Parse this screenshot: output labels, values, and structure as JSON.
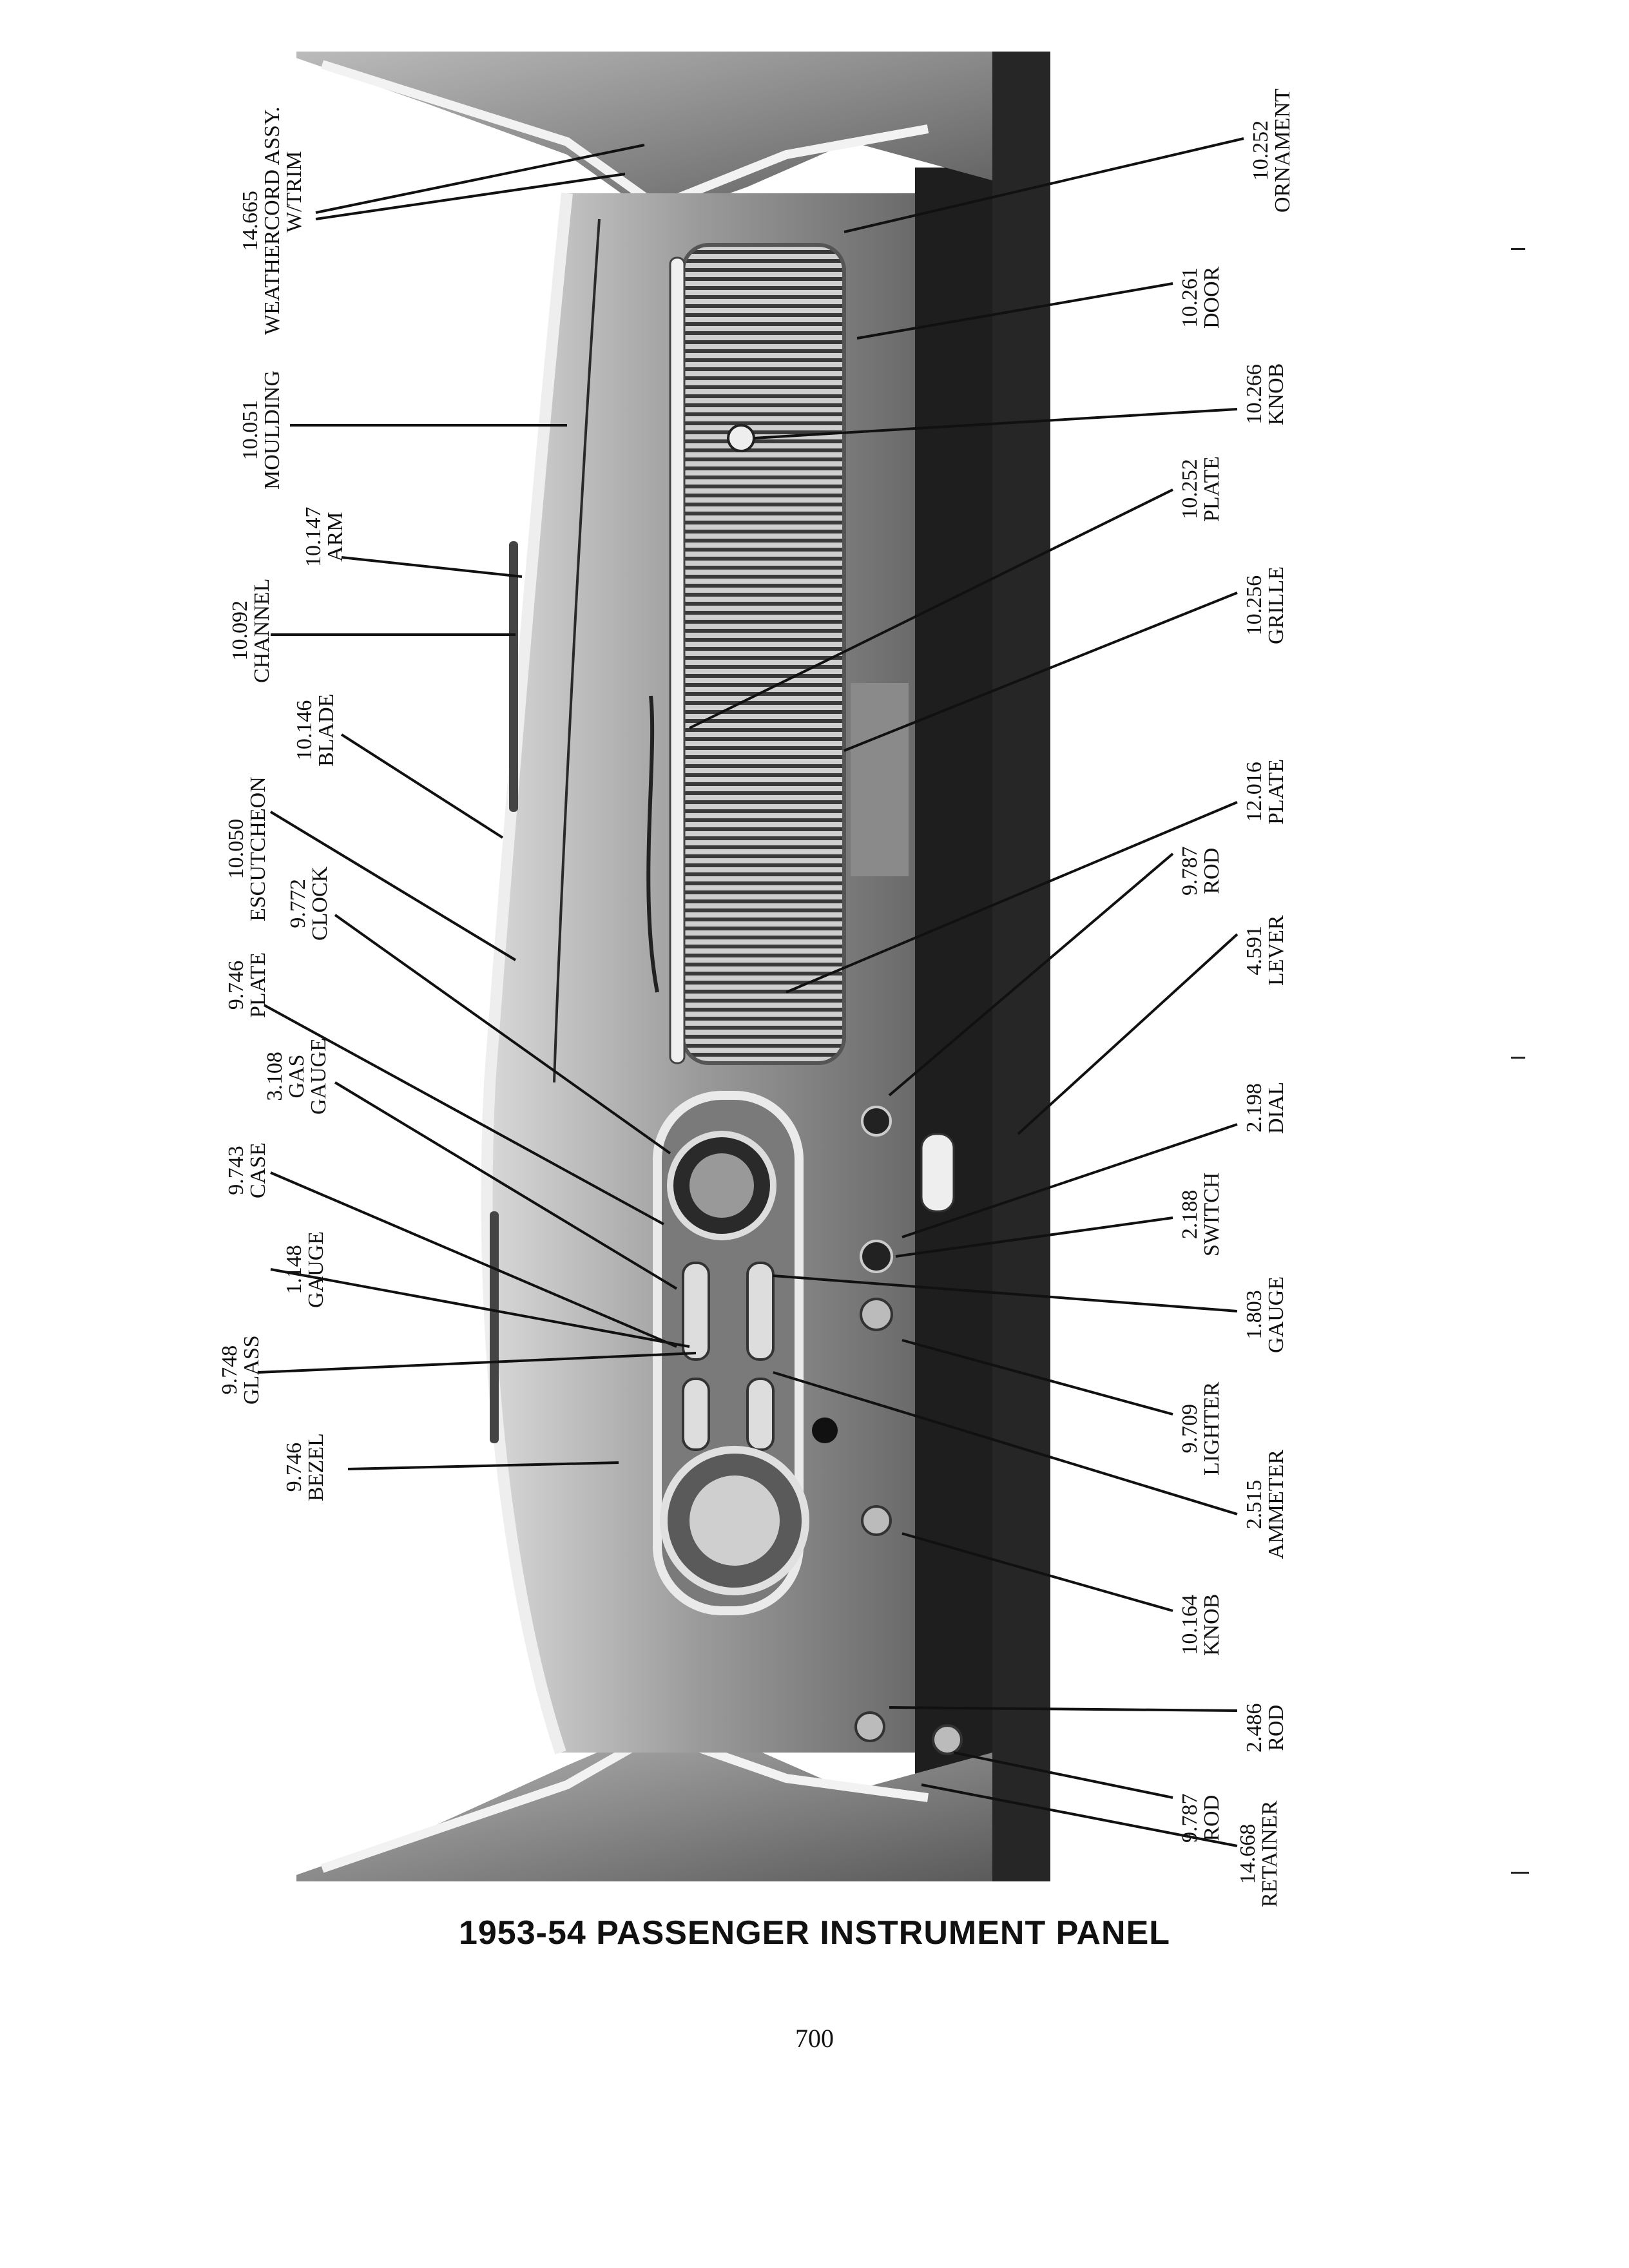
{
  "figure": {
    "caption": "1953-54 PASSENGER INSTRUMENT PANEL",
    "page_number": "700"
  },
  "callouts_left": [
    {
      "num": "14.665",
      "name": "WEATHERCORD ASSY.",
      "extra": "W/TRIM"
    },
    {
      "num": "10.051",
      "name": "MOULDING",
      "extra": ""
    },
    {
      "num": "10.147",
      "name": "ARM",
      "extra": ""
    },
    {
      "num": "10.092",
      "name": "CHANNEL",
      "extra": ""
    },
    {
      "num": "10.146",
      "name": "BLADE",
      "extra": ""
    },
    {
      "num": "10.050",
      "name": "ESCUTCHEON",
      "extra": ""
    },
    {
      "num": "9.772",
      "name": "CLOCK",
      "extra": ""
    },
    {
      "num": "9.746",
      "name": "PLATE",
      "extra": ""
    },
    {
      "num": "3.108",
      "name": "GAS",
      "extra": "GAUGE"
    },
    {
      "num": "9.743",
      "name": "CASE",
      "extra": ""
    },
    {
      "num": "1.148",
      "name": "GAUGE",
      "extra": ""
    },
    {
      "num": "9.748",
      "name": "GLASS",
      "extra": ""
    },
    {
      "num": "9.746",
      "name": "BEZEL",
      "extra": ""
    }
  ],
  "callouts_right": [
    {
      "num": "10.252",
      "name": "ORNAMENT"
    },
    {
      "num": "10.261",
      "name": "DOOR"
    },
    {
      "num": "10.266",
      "name": "KNOB"
    },
    {
      "num": "10.252",
      "name": "PLATE"
    },
    {
      "num": "10.256",
      "name": "GRILLE"
    },
    {
      "num": "12.016",
      "name": "PLATE"
    },
    {
      "num": "9.787",
      "name": "ROD"
    },
    {
      "num": "4.591",
      "name": "LEVER"
    },
    {
      "num": "2.198",
      "name": "DIAL"
    },
    {
      "num": "2.188",
      "name": "SWITCH"
    },
    {
      "num": "1.803",
      "name": "GAUGE"
    },
    {
      "num": "9.709",
      "name": "LIGHTER"
    },
    {
      "num": "2.515",
      "name": "AMMETER"
    },
    {
      "num": "10.164",
      "name": "KNOB"
    },
    {
      "num": "2.486",
      "name": "ROD"
    },
    {
      "num": "9.787",
      "name": "ROD"
    },
    {
      "num": "14.668",
      "name": "RETAINER"
    }
  ]
}
